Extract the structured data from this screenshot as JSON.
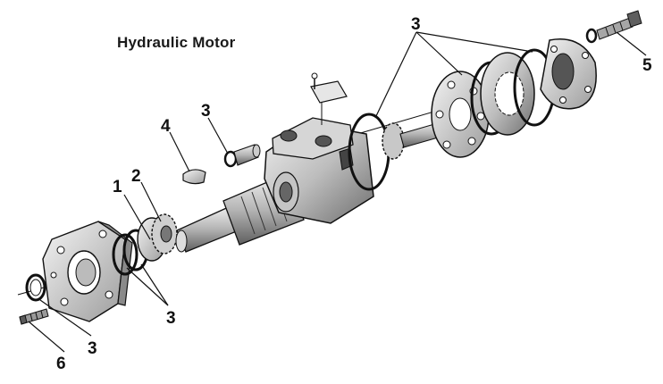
{
  "title": "Hydraulic Motor",
  "callouts": [
    {
      "id": "c1",
      "label": "1"
    },
    {
      "id": "c2",
      "label": "2"
    },
    {
      "id": "c3a",
      "label": "3"
    },
    {
      "id": "c4",
      "label": "4"
    },
    {
      "id": "c3b",
      "label": "3"
    },
    {
      "id": "c5",
      "label": "5"
    },
    {
      "id": "c3c",
      "label": "3"
    },
    {
      "id": "c3d",
      "label": "3"
    },
    {
      "id": "c6",
      "label": "6"
    }
  ],
  "colors": {
    "ink": "#111111",
    "metal_light": "#d9d9d9",
    "metal_mid": "#a8a8a8",
    "metal_dark": "#5a5a5a"
  }
}
